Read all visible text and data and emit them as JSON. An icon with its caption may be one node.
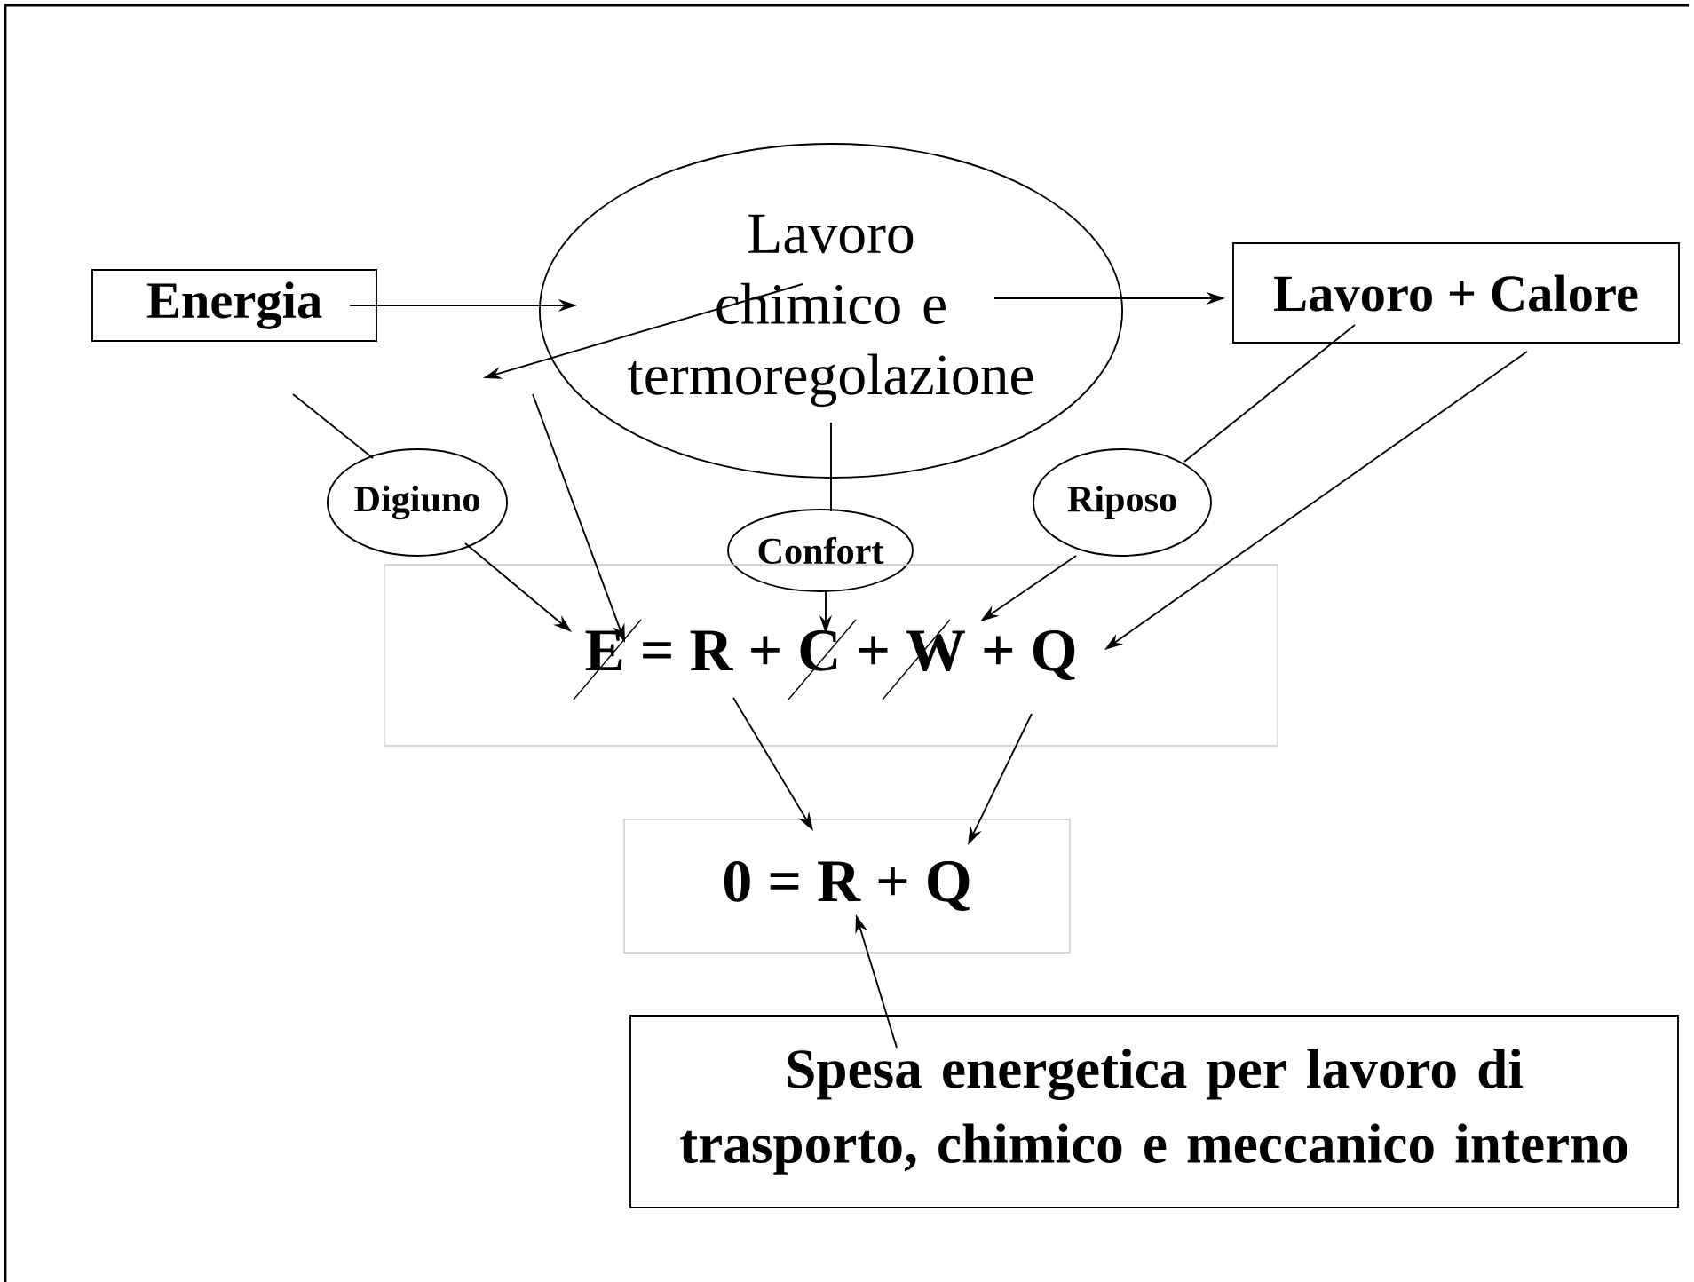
{
  "diagram": {
    "nodes": [
      {
        "text": [
          "Energia"
        ]
      },
      {
        "text": [
          "Lavoro chimico e termoregolazione"
        ]
      },
      {
        "text": [
          "Lavoro + Calore"
        ]
      },
      {
        "text": [
          "Digiuno"
        ]
      },
      {
        "text": [
          "Confort"
        ]
      },
      {
        "text": [
          "Riposo"
        ]
      },
      {
        "text": [
          "E = R + C + W + Q"
        ]
      },
      {
        "text": [
          "0 = R + Q"
        ]
      },
      {
        "text": [
          "Spesa energetica per lavoro di trasporto, chimico e meccanico interno"
        ]
      }
    ],
    "edges": [
      {
        "from": 0,
        "to": 1,
        "arrow": "to"
      },
      {
        "from": 1,
        "to": 2,
        "arrow": "to"
      },
      {
        "from": 1,
        "to": null,
        "arrow": "to"
      },
      {
        "from": null,
        "to": 6,
        "arrow": "to"
      },
      {
        "from": 0,
        "to": 3,
        "arrow": "none"
      },
      {
        "from": 3,
        "to": 6,
        "arrow": "to"
      },
      {
        "from": 1,
        "to": 4,
        "arrow": "none"
      },
      {
        "from": 4,
        "to": 6,
        "arrow": "to"
      },
      {
        "from": 2,
        "to": 5,
        "arrow": "none"
      },
      {
        "from": 5,
        "to": 6,
        "arrow": "to"
      },
      {
        "from": 2,
        "to": 6,
        "arrow": "to"
      },
      {
        "from": 6,
        "to": 7,
        "arrow": "to"
      },
      {
        "from": 6,
        "to": 7,
        "arrow": "to"
      },
      {
        "from": 8,
        "to": 7,
        "arrow": "to"
      }
    ]
  }
}
